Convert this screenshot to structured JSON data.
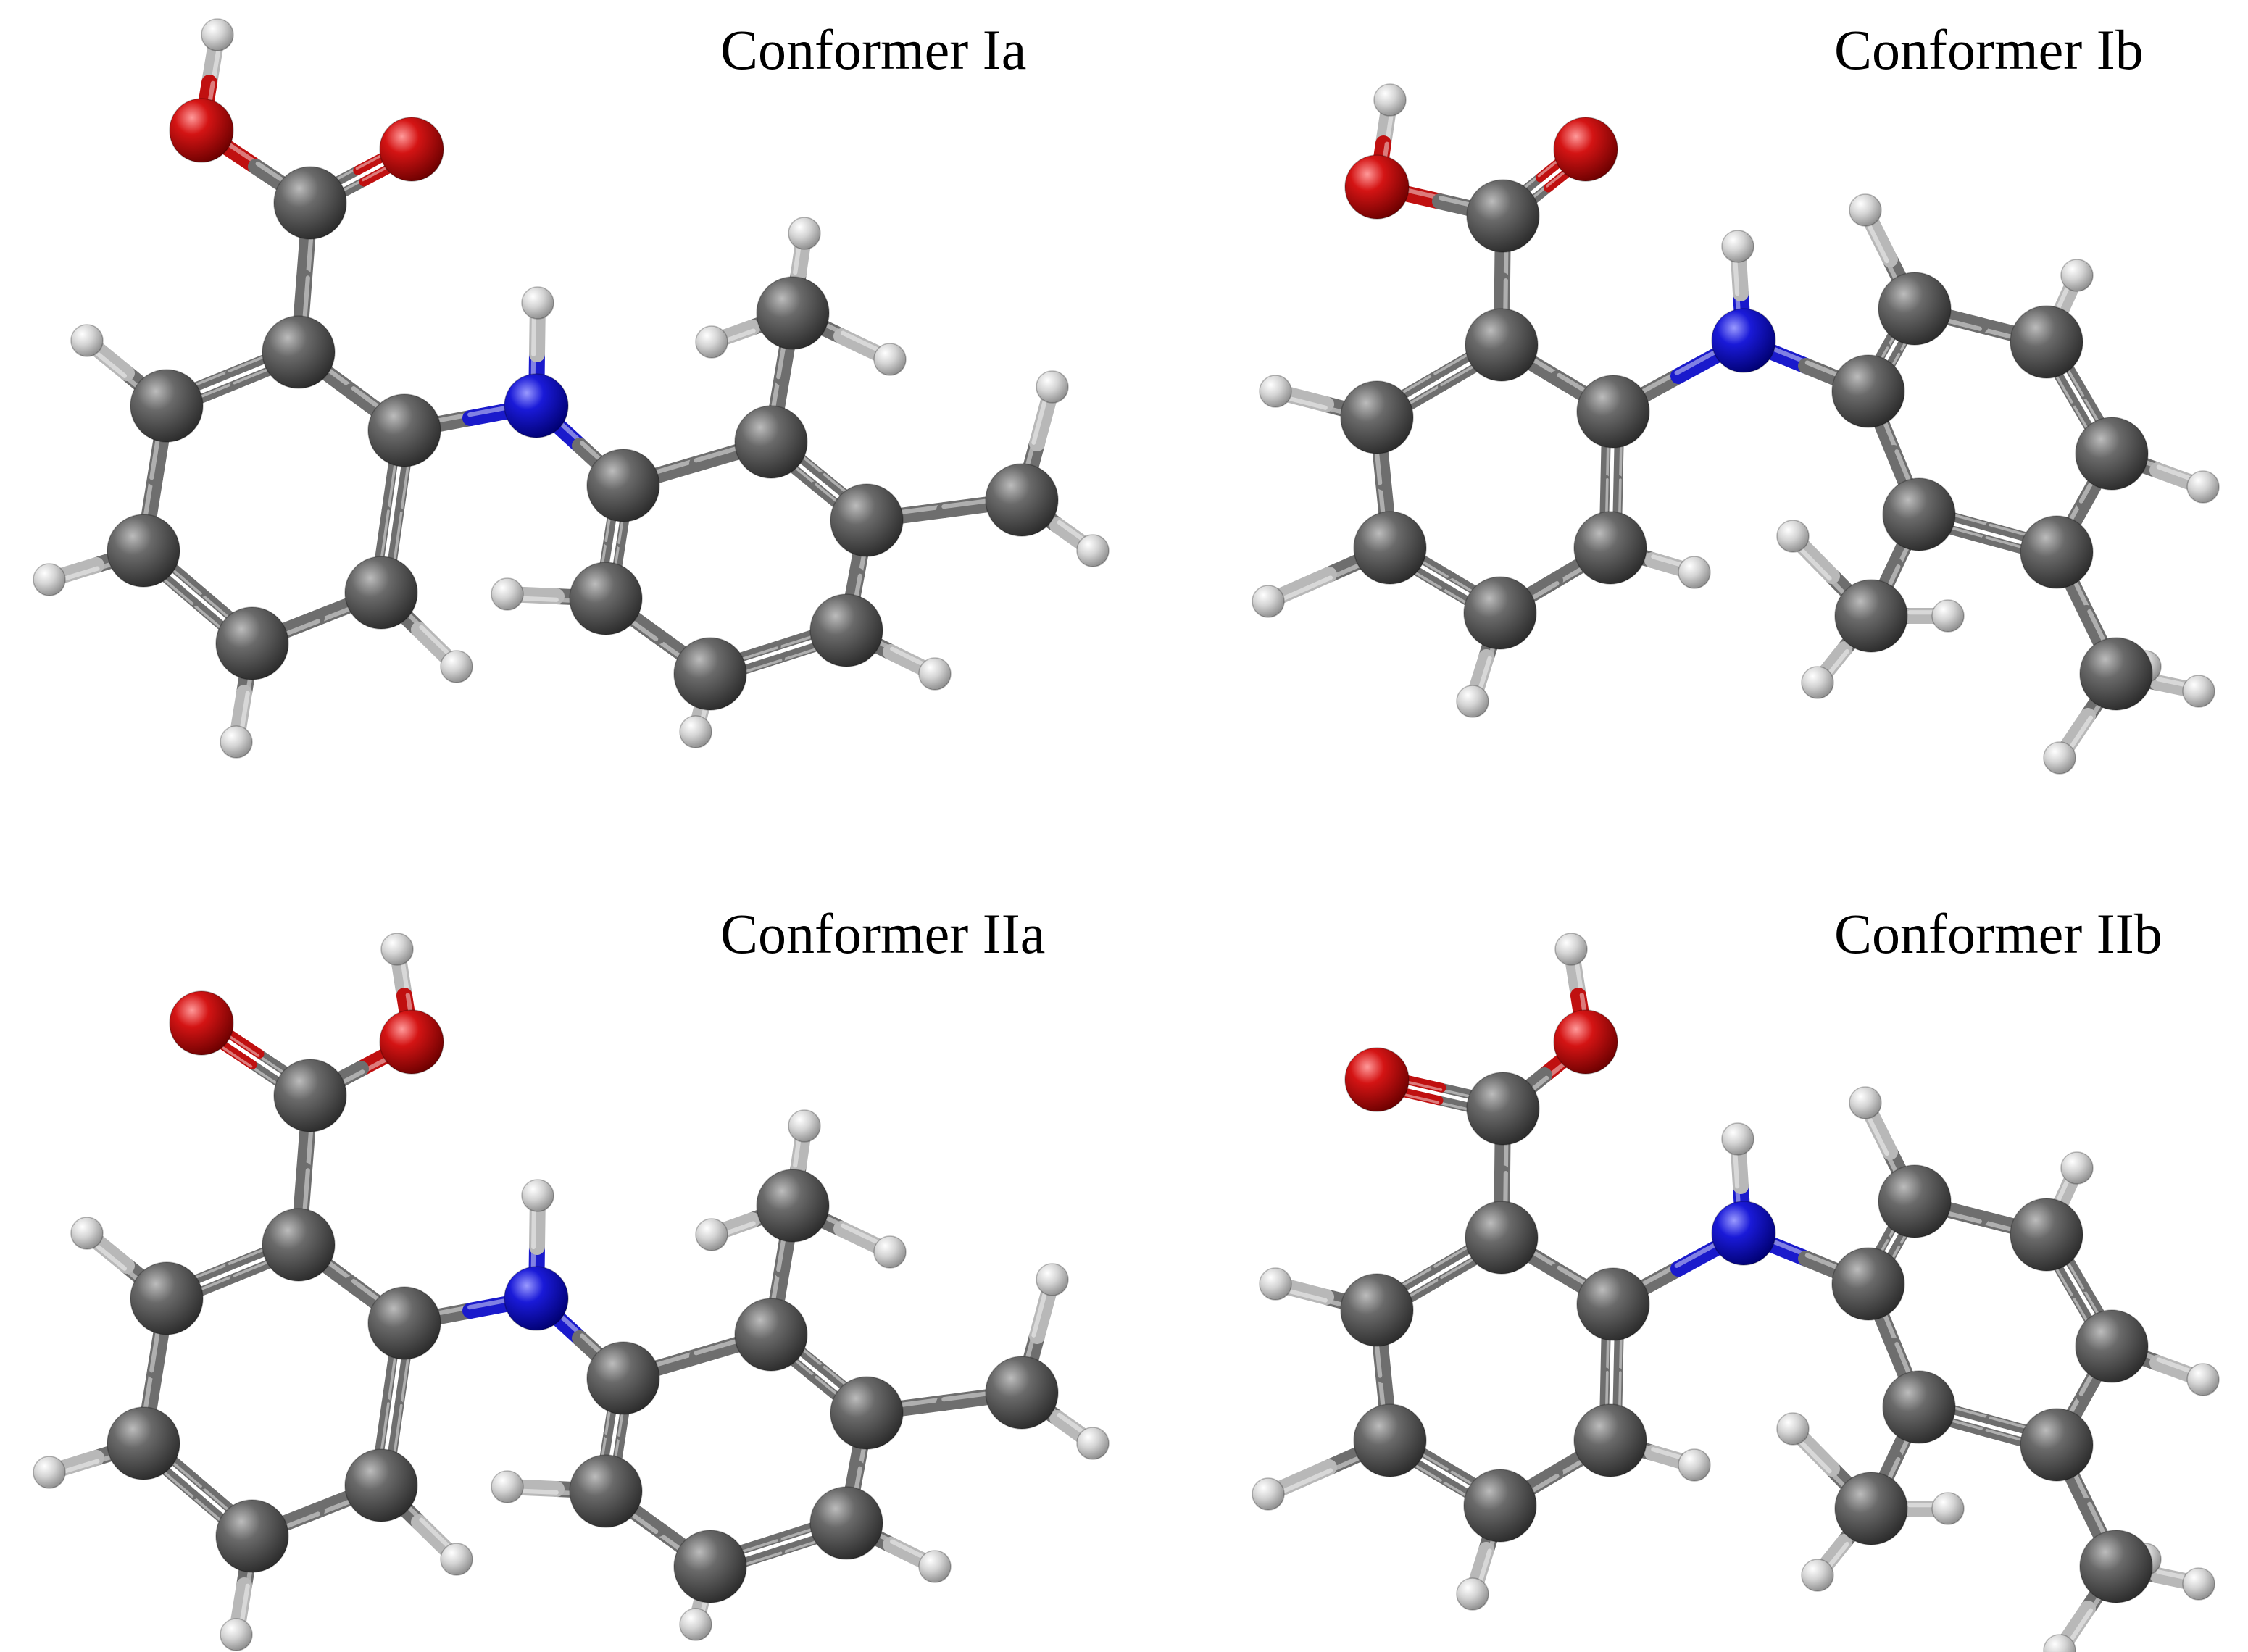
{
  "panels": [
    {
      "id": "Ia",
      "title": "Conformer Ia"
    },
    {
      "id": "Ib",
      "title": "Conformer Ib"
    },
    {
      "id": "IIa",
      "title": "Conformer IIa"
    },
    {
      "id": "IIb",
      "title": "Conformer IIb"
    }
  ],
  "colors": {
    "carbon": "#5a5a5a",
    "hydrogen": "#d8d8d8",
    "oxygen": "#c01010",
    "nitrogen": "#1a1acc",
    "bond": "#7a7a7a",
    "text": "#000000"
  }
}
